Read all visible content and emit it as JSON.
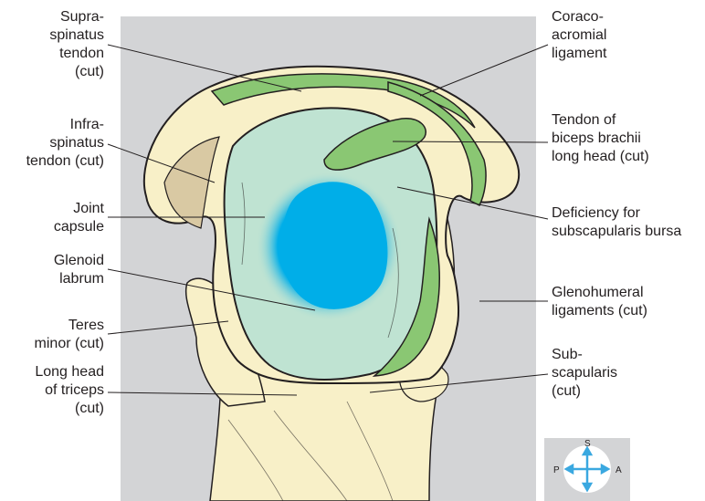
{
  "labels": {
    "supraspinatus": "Supra-\nspinatus\ntendon\n(cut)",
    "infraspinatus": "Infra-\nspinatus\ntendon (cut)",
    "joint_capsule": "Joint\ncapsule",
    "glenoid_labrum": "Glenoid\nlabrum",
    "teres_minor": "Teres\nminor (cut)",
    "triceps": "Long head\nof triceps\n(cut)",
    "coracoacromial": "Coraco-\nacromial\nligament",
    "biceps": "Tendon of\nbiceps brachii\nlong head (cut)",
    "bursa_deficiency": "Deficiency for\nsubscapularis bursa",
    "glenohumeral": "Glenohumeral\nligaments (cut)",
    "subscapularis": "Sub-\nscapularis\n(cut)"
  },
  "compass": {
    "s": "S",
    "p": "P",
    "a": "A"
  },
  "colors": {
    "background_panel": "#d3d4d6",
    "bone": "#f8f0c8",
    "cartilage": "#bfe3d2",
    "glenoid_fossa": "#00aee8",
    "ligament_green": "#8ac773",
    "outline": "#231f20",
    "compass_arrow": "#3aa8e0"
  }
}
